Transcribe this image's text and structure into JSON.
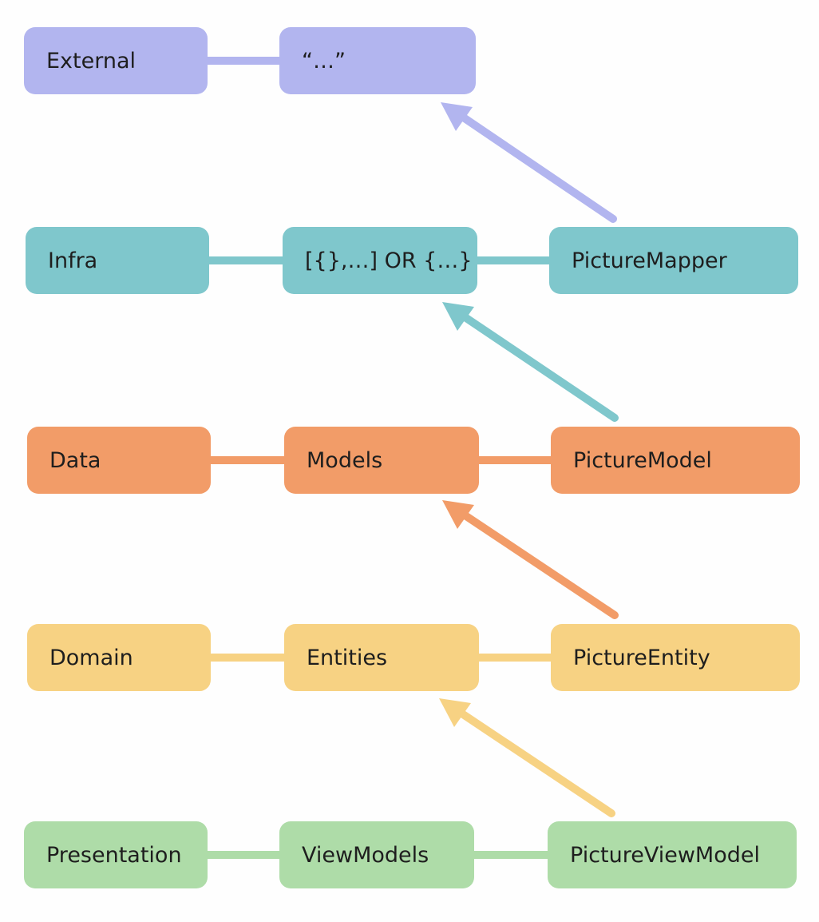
{
  "colors": {
    "external": "#b2b5ef",
    "infra": "#7fc7cc",
    "data": "#f29c68",
    "domain": "#f7d283",
    "presentation": "#aedca8"
  },
  "layers": {
    "external": {
      "label": "External",
      "item": "“…”"
    },
    "infra": {
      "label": "Infra",
      "item": "[{},…] OR {…}",
      "mapper": "PictureMapper"
    },
    "data": {
      "label": "Data",
      "item": "Models",
      "mapper": "PictureModel"
    },
    "domain": {
      "label": "Domain",
      "item": "Entities",
      "mapper": "PictureEntity"
    },
    "presentation": {
      "label": "Presentation",
      "item": "ViewModels",
      "mapper": "PictureViewModel"
    }
  }
}
